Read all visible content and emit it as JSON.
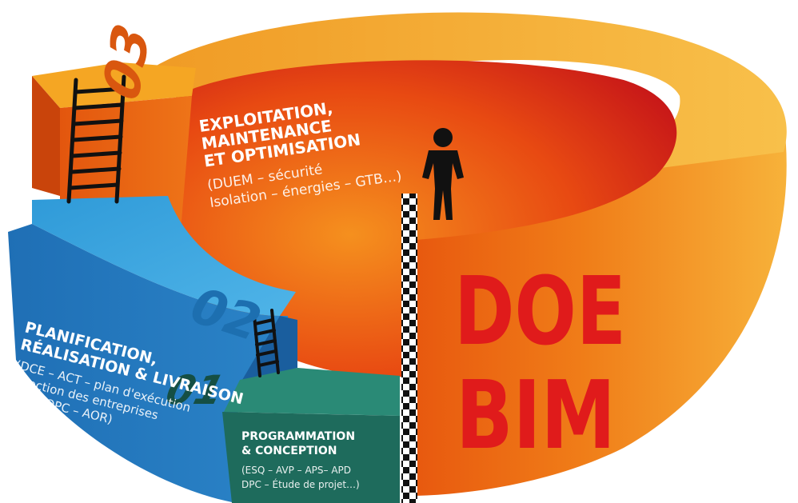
{
  "stages": [
    {
      "number": "01",
      "title_lines": [
        "PROGRAMMATION",
        "& CONCEPTION"
      ],
      "detail_lines": [
        "(ESQ – AVP – APS– APD",
        "DPC – Étude de projet…)"
      ],
      "color": "#1e6b5c"
    },
    {
      "number": "02",
      "title_lines": [
        "PLANIFICATION,",
        "RÉALISATION & LIVRAISON"
      ],
      "detail_lines": [
        "(DCE – ACT – plan d'exécution",
        "sélection des entreprises",
        "DET – OPC – AOR)"
      ],
      "color": "#2f8fd0"
    },
    {
      "number": "03",
      "title_lines": [
        "EXPLOITATION,",
        "MAINTENANCE",
        "ET OPTIMISATION"
      ],
      "detail_lines": [
        "(DUEM – sécurité",
        "Isolation – énergies – GTB…)"
      ],
      "color": "#e85f12"
    }
  ],
  "center_label": {
    "line1": "DOE",
    "line2": "BIM",
    "color": "#e01b1b"
  },
  "icons": [
    "person-icon",
    "ladder-icon",
    "checkered-flag-pole-icon"
  ]
}
